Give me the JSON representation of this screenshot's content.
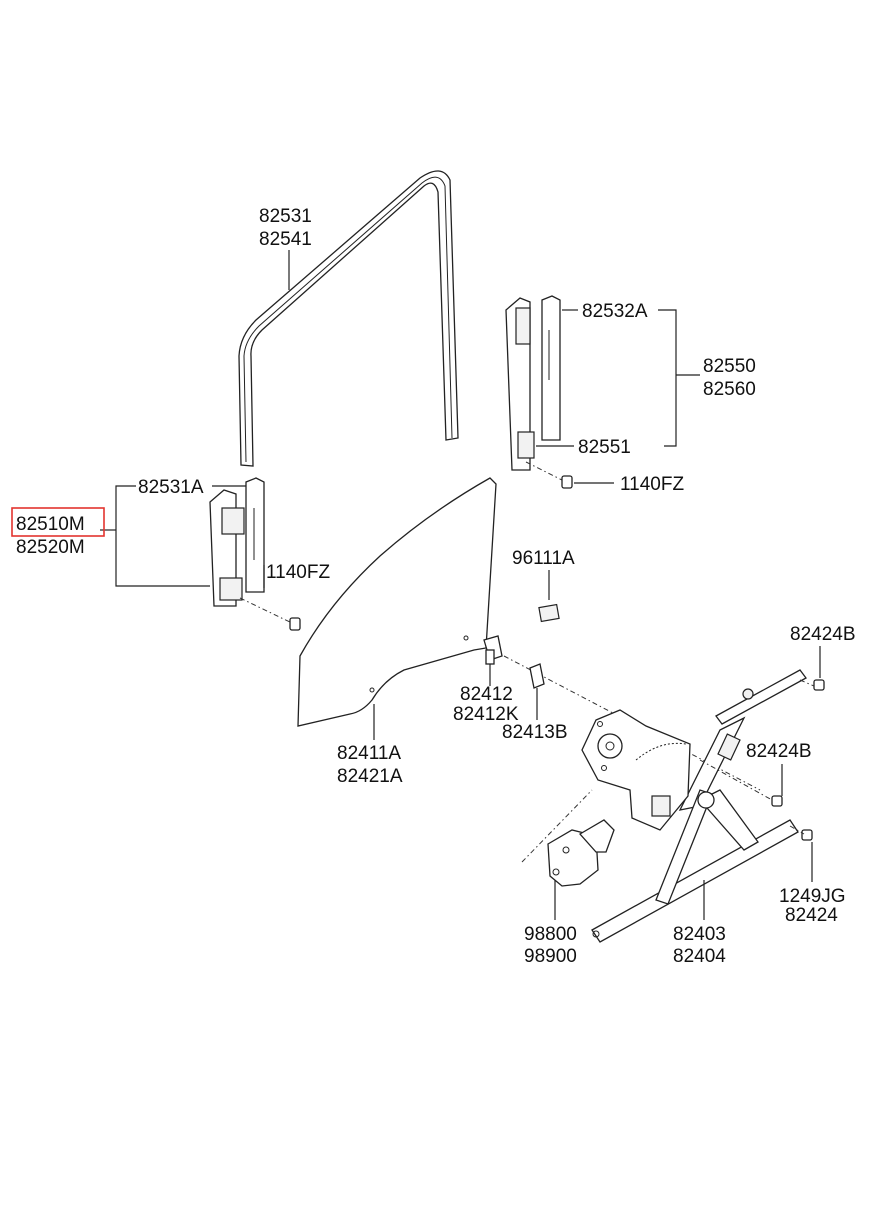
{
  "labels": {
    "l82531": "82531",
    "l82541": "82541",
    "l82532A": "82532A",
    "l82550": "82550",
    "l82560": "82560",
    "l82551": "82551",
    "l1140FZ_right": "1140FZ",
    "l82531A": "82531A",
    "l82510M": "82510M",
    "l82520M": "82520M",
    "l1140FZ_left": "1140FZ",
    "l96111A": "96111A",
    "l82424B_top": "82424B",
    "l82412": "82412",
    "l82412K": "82412K",
    "l82413B": "82413B",
    "l82424B_mid": "82424B",
    "l82411A": "82411A",
    "l82421A": "82421A",
    "l1249JG": "1249JG",
    "l82424": "82424",
    "l98800": "98800",
    "l98900": "98900",
    "l82403": "82403",
    "l82404": "82404"
  },
  "highlighted_part": "82510M",
  "colors": {
    "highlight": "#e3342f",
    "line": "#222222",
    "text": "#111111"
  }
}
